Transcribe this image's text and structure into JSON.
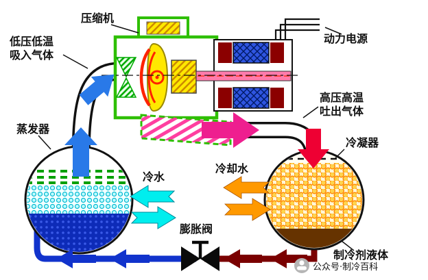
{
  "diagram": {
    "labels": {
      "compressor": "压缩机",
      "intake_line1": "低压低温",
      "intake_line2": "吸入气体",
      "power_supply": "动力电源",
      "discharge_line1": "高压高温",
      "discharge_line2": "吐出气体",
      "evaporator": "蒸发器",
      "condenser": "冷凝器",
      "chilled_water": "冷水",
      "cooling_water": "冷却水",
      "expansion_valve": "膨胀阀",
      "refrigerant_liquid": "制冷剂液体"
    },
    "watermark": {
      "text": "公众号·制冷百科"
    },
    "colors": {
      "casing_green": "#2ebf00",
      "impeller_yellow": "#ffe800",
      "blade_red": "#ff2200",
      "shaft_pink": "#ff7bac",
      "motor_maroon": "#8b0000",
      "suction_blue": "#2979e8",
      "discharge_magenta": "#ee1f8f",
      "inlet_red": "#ee0033",
      "chilled_cyan": "#00eeee",
      "cooling_orange": "#ff9900",
      "liquid_maroon": "#7a0000",
      "liquid_blue": "#1133cc",
      "condenser_brown": "#663300",
      "label_blue": "#0000dd",
      "label_red": "#e60000",
      "watermark_grey": "#a0a0a0"
    }
  }
}
